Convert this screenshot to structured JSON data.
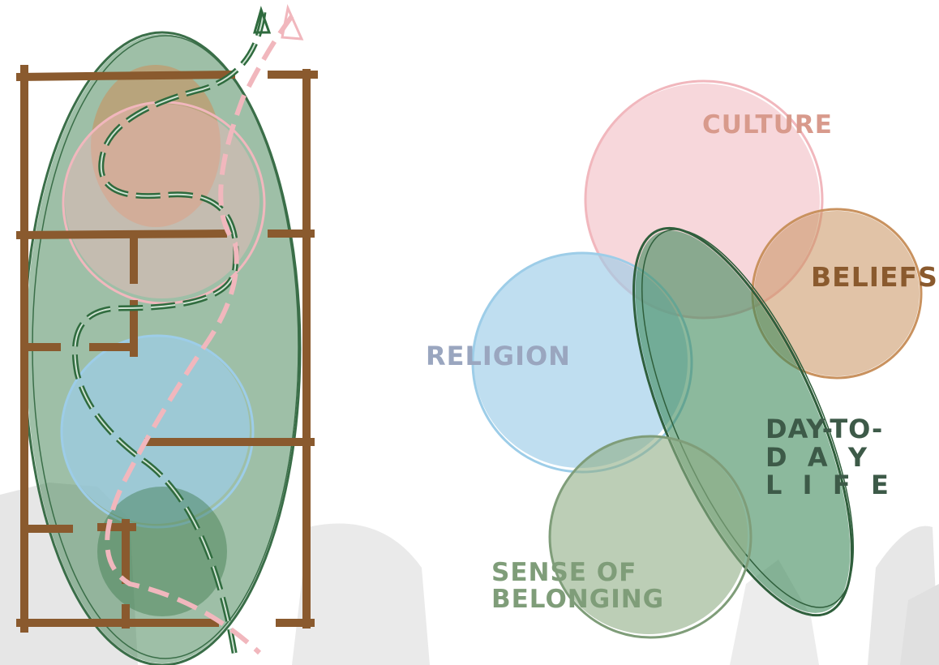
{
  "labels": {
    "culture": "CULTURE",
    "beliefs": "BELIEFS",
    "religion": "RELIGION",
    "day_to_day_life": "DAY-TO-\nD  A  Y\nL  I  F  E",
    "sense_of_belonging": "SENSE OF\nBELONGING"
  },
  "colors": {
    "culture": "#f1b7bd",
    "beliefs": "#c9925f",
    "religion": "#9dcde8",
    "day_to_day_life": "#3f8a5c",
    "sense_of_belonging": "#8fae86",
    "frame": "#8a5a2e",
    "label_culture": "#d89a8c",
    "label_beliefs": "#8a5a2e",
    "label_religion": "#9aa6bf",
    "label_day": "#3d5a48",
    "label_sense": "#7f9d79"
  }
}
